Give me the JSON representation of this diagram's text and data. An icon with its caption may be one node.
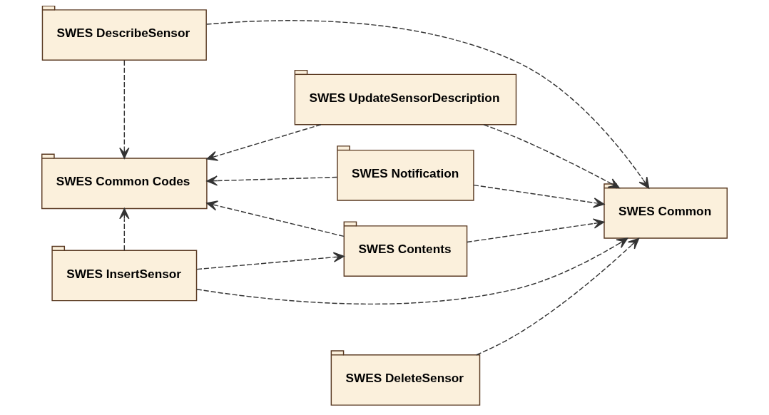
{
  "diagram": {
    "nodes": [
      {
        "text": [
          "SWES DescribeSensor"
        ]
      },
      {
        "text": [
          "SWES UpdateSensorDescription"
        ]
      },
      {
        "text": [
          "SWES Common Codes"
        ]
      },
      {
        "text": [
          "SWES Notification"
        ]
      },
      {
        "text": [
          "SWES Common"
        ]
      },
      {
        "text": [
          "SWES Contents"
        ]
      },
      {
        "text": [
          "SWES InsertSensor"
        ]
      },
      {
        "text": [
          "SWES DeleteSensor"
        ]
      }
    ],
    "edges": [
      {
        "from": 0,
        "to": 2,
        "arrow": "to",
        "style": "dashed"
      },
      {
        "from": 0,
        "to": 4,
        "arrow": "to",
        "style": "dashed"
      },
      {
        "from": 1,
        "to": 2,
        "arrow": "to",
        "style": "dashed"
      },
      {
        "from": 1,
        "to": 4,
        "arrow": "to",
        "style": "dashed"
      },
      {
        "from": 3,
        "to": 2,
        "arrow": "to",
        "style": "dashed"
      },
      {
        "from": 3,
        "to": 4,
        "arrow": "to",
        "style": "dashed"
      },
      {
        "from": 5,
        "to": 2,
        "arrow": "to",
        "style": "dashed"
      },
      {
        "from": 5,
        "to": 4,
        "arrow": "to",
        "style": "dashed"
      },
      {
        "from": 6,
        "to": 2,
        "arrow": "to",
        "style": "dashed"
      },
      {
        "from": 6,
        "to": 5,
        "arrow": "to",
        "style": "dashed"
      },
      {
        "from": 6,
        "to": 4,
        "arrow": "to",
        "style": "dashed"
      },
      {
        "from": 7,
        "to": 4,
        "arrow": "to",
        "style": "dashed"
      }
    ]
  }
}
